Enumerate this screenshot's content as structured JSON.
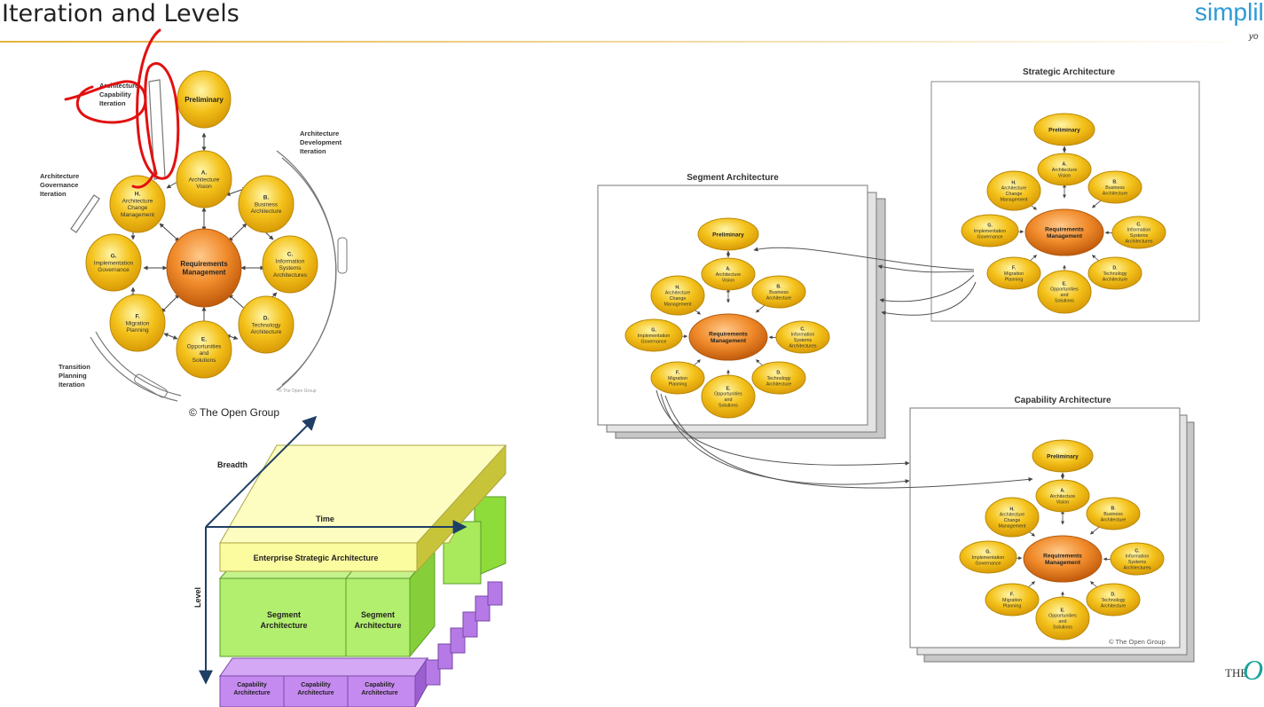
{
  "slide": {
    "title": "Iteration and Levels"
  },
  "brand": {
    "logo": "simplile",
    "tagline": "yo"
  },
  "phases": {
    "prelim": [
      "Preliminary"
    ],
    "A": [
      "A.",
      "Architecture",
      "Vision"
    ],
    "B": [
      "B.",
      "Business",
      "Architecture"
    ],
    "C": [
      "C.",
      "Information",
      "Systems",
      "Architectures"
    ],
    "D": [
      "D.",
      "Technology",
      "Architecture"
    ],
    "E": [
      "E.",
      "Opportunities",
      "and",
      "Solutions"
    ],
    "F": [
      "F.",
      "Migration",
      "Planning"
    ],
    "G": [
      "G.",
      "Implementation",
      "Governance"
    ],
    "H": [
      "H.",
      "Architecture",
      "Change",
      "Management"
    ],
    "RM": [
      "Requirements",
      "Management"
    ]
  },
  "iterations": {
    "capability": [
      "Architecture",
      "Capability",
      "Iteration"
    ],
    "development": [
      "Architecture",
      "Development",
      "Iteration"
    ],
    "governance": [
      "Architecture",
      "Governance",
      "Iteration"
    ],
    "transition": [
      "Transition",
      "Planning",
      "Iteration"
    ]
  },
  "copyright": {
    "main": "© The Open Group",
    "small": "© The Open Group",
    "capability": "© The Open Group"
  },
  "panels": {
    "strategic": "Strategic Architecture",
    "segment": "Segment Architecture",
    "capability": "Capability Architecture"
  },
  "levels": {
    "breadth": "Breadth",
    "time": "Time",
    "level": "Level",
    "enterprise": "Enterprise Strategic Architecture",
    "segment": [
      "Segment",
      "Architecture"
    ],
    "capability": [
      "Capability",
      "Architecture"
    ]
  },
  "footer_logo": {
    "prefix": "THE",
    "mark": "O"
  },
  "colors": {
    "phase_fill": "#f4c21b",
    "rm_fill": "#f08a2a",
    "annotation_red": "#e21010"
  }
}
